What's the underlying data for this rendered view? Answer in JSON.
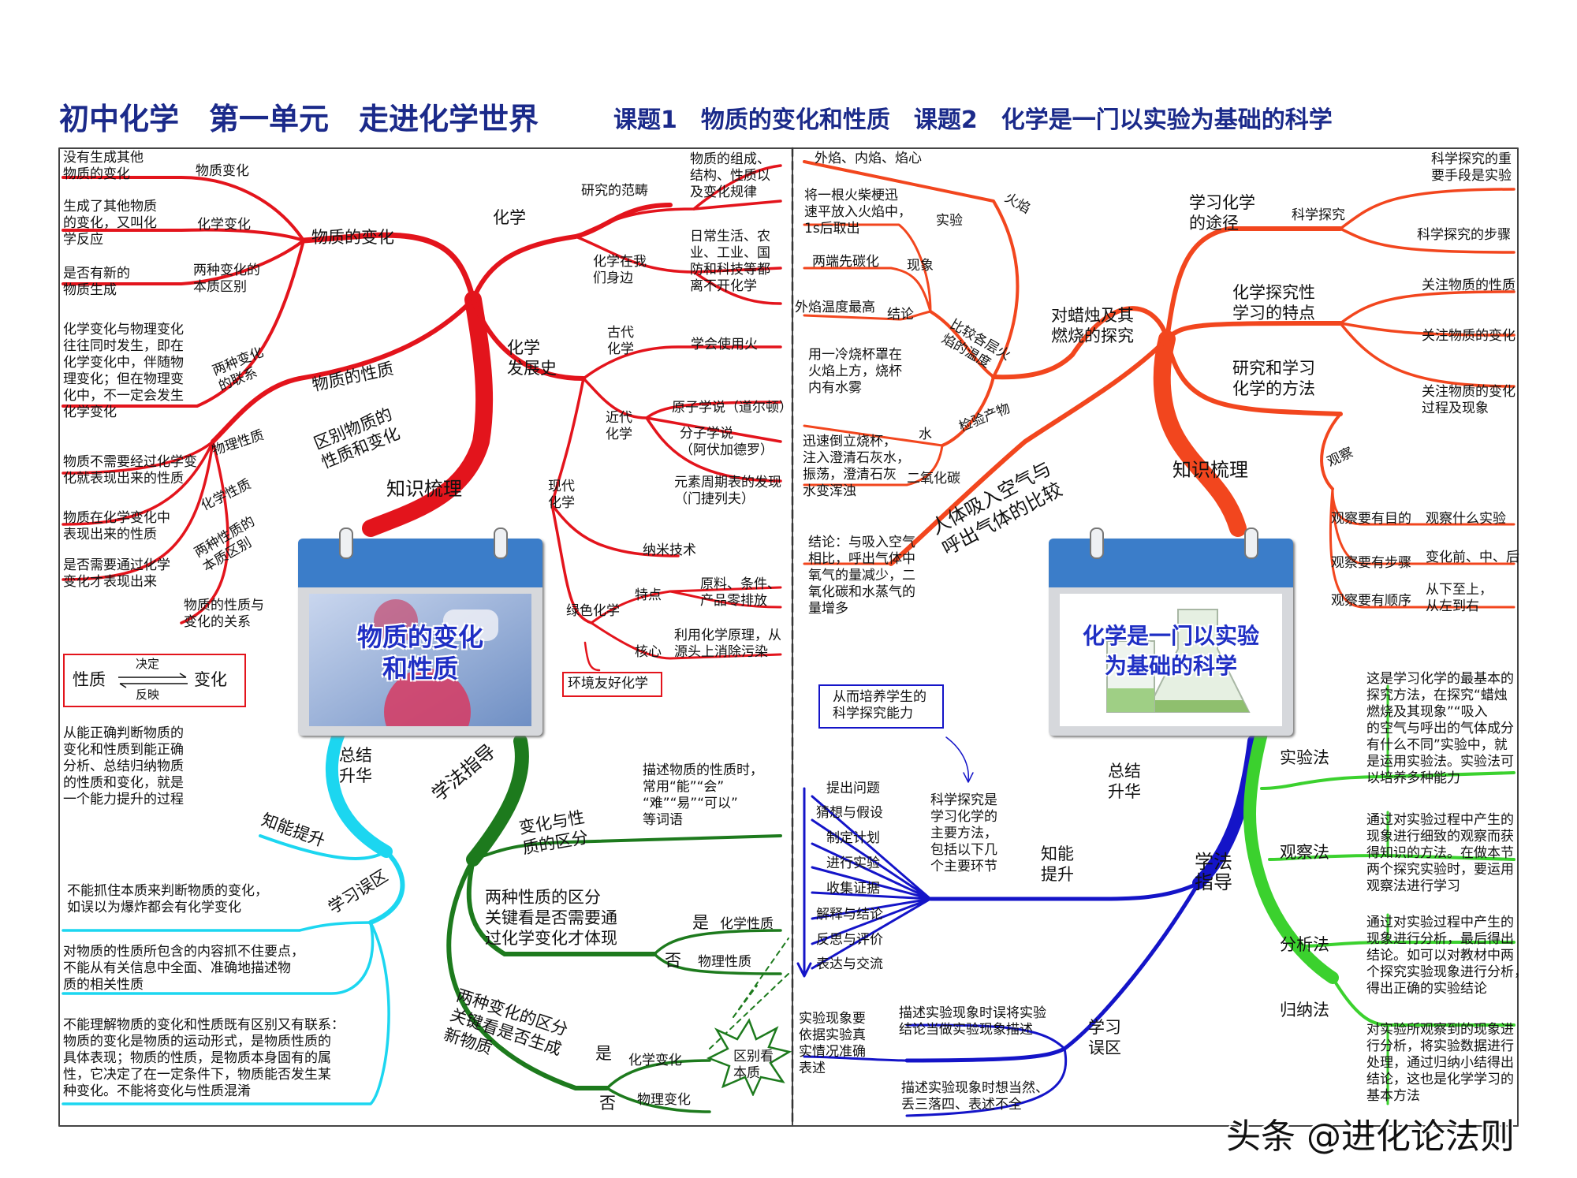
{
  "title": {
    "main": "初中化学　第一单元　走进化学世界",
    "sub": "课题1　物质的变化和性质　课题2　化学是一门以实验为基础的科学"
  },
  "colors": {
    "red": "#e3141c",
    "orange": "#f2461e",
    "green": "#1d7a1d",
    "lime": "#3bd12e",
    "cyan": "#1cd6f0",
    "blue": "#1414c8",
    "navy": "#1b2a8a"
  },
  "left": {
    "calendar": "物质的变化\n和性质",
    "hub": "知识梳理",
    "change": {
      "label": "物质的变化",
      "physical": {
        "label": "物质变化",
        "def": "没有生成其他\n物质的变化"
      },
      "chemical": {
        "label": "化学变化",
        "def": "生成了其他物质\n的变化，又叫化\n学反应"
      },
      "essence": {
        "label": "两种变化的\n本质区别",
        "def": "是否有新的\n物质生成"
      },
      "relation": {
        "label": "两种变化\n的联系",
        "def": "化学变化与物理变化\n往往同时发生，即在\n化学变化中，伴随物\n理变化；但在物理变\n化中，不一定会发生\n化学变化"
      }
    },
    "property": {
      "label": "物质的性质",
      "distinguish": "区别物质的\n性质和变化",
      "physical": {
        "label": "物理性质",
        "def": "物质不需要经过化学变\n化就表现出来的性质"
      },
      "chemical": {
        "label": "化学性质",
        "def": "物质在化学变化中\n表现出来的性质"
      },
      "essence": {
        "label": "两种性质的\n本质区别",
        "def": "是否需要通过化学\n变化才表现出来"
      },
      "relation": "物质的性质与\n变化的关系",
      "box": {
        "left": "性质",
        "right": "变化",
        "top": "决定",
        "bottom": "反映"
      }
    },
    "chemistry": {
      "label": "化学",
      "scope": {
        "label": "研究的范畴",
        "def": "物质的组成、\n结构、性质以\n及变化规律"
      },
      "around": {
        "label": "化学在我\n们身边",
        "def": "日常生活、农\n业、工业、国\n防和科技等都\n离不开化学"
      }
    },
    "history": {
      "label": "化学\n发展史",
      "ancient": {
        "label": "古代\n化学",
        "item": "学会使用火"
      },
      "modern_early": {
        "label": "近代\n化学",
        "items": [
          "原子学说（道尔顿）",
          "分子学说\n（阿伏加德罗）",
          "元素周期表的发现\n（门捷列夫）"
        ]
      },
      "modern": {
        "label": "现代\n化学",
        "nano": "纳米技术",
        "green": {
          "label": "绿色化学",
          "feature": "特点",
          "feature_def": "原料、条件、\n产品零排放",
          "core": "核心",
          "core_def": "利用化学原理，从\n源头上消除污染",
          "box": "环境友好化学"
        }
      }
    },
    "summary": {
      "label": "总结\n升华",
      "ability": {
        "label": "知能提升",
        "def": "从能正确判断物质的\n变化和性质到能正确\n分析、总结归纳物质\n的性质和变化，就是\n一个能力提升的过程"
      },
      "mistakes": {
        "label": "学习误区",
        "items": [
          "不能抓住本质来判断物质的变化，\n如误以为爆炸都会有化学变化",
          "对物质的性质所包含的内容抓不住要点，\n不能从有关信息中全面、准确地描述物\n质的相关性质",
          "不能理解物质的变化和性质既有区别又有联系：\n物质的变化是物质的运动形式，是物质性质的\n具体表现；物质的性质，是物质本身固有的属\n性，它决定了在一定条件下，物质能否发生某\n种变化。不能将变化与性质混淆"
        ]
      }
    },
    "method": {
      "label": "学法指导",
      "diff": {
        "label": "变化与性\n质的区分",
        "def": "描述物质的性质时，\n常用“能”“会”\n“难”“易”“可以”\n等词语"
      },
      "prop_diff": {
        "label": "两种性质的区分\n关键看是否需要通\n过化学变化才体现",
        "yes": "是",
        "yes_item": "化学性质",
        "no": "否",
        "no_item": "物理性质"
      },
      "change_diff": {
        "label": "两种变化的区分\n关键看是否生成\n新物质",
        "yes": "是",
        "yes_item": "化学变化",
        "no": "否",
        "no_item": "物理变化"
      },
      "star": "区别看\n本质"
    }
  },
  "right": {
    "calendar": "化学是一门以实验\n为基础的科学",
    "hub": "知识梳理",
    "candle": {
      "label": "对蜡烛及其\n燃烧的探究",
      "flame": {
        "label": "火焰",
        "parts": "外焰、内焰、焰心"
      },
      "compare": {
        "label": "比较各层火\n焰的温度",
        "experiment": {
          "label": "实验",
          "def": "将一根火柴梗迅\n速平放入火焰中，\n1s后取出"
        },
        "phenomenon": {
          "label": "现象",
          "def": "两端先碳化"
        },
        "conclusion": {
          "label": "结论",
          "def": "外焰温度最高"
        }
      },
      "products": {
        "label": "检验产物",
        "water": {
          "label": "水",
          "def": "用一冷烧杯罩在\n火焰上方，烧杯\n内有水雾"
        },
        "co2": {
          "label": "二氧化碳",
          "def": "迅速倒立烧杯，\n注入澄清石灰水，\n振荡，澄清石灰\n水变浑浊"
        }
      }
    },
    "breath": {
      "label": "人体吸入空气与\n呼出气体的比较",
      "def": "结论：与吸入空气\n相比，呼出气体中\n氧气的量减少，二\n氧化碳和水蒸气的\n量增多"
    },
    "way": {
      "label": "学习化学\n的途径",
      "item": "科学探究",
      "subs": [
        "科学探究的重\n要手段是实验",
        "科学探究的步骤"
      ]
    },
    "features": {
      "label": "化学探究性\n学习的特点",
      "items": [
        "关注物质的性质",
        "关注物质的变化",
        "关注物质的变化\n过程及现象"
      ]
    },
    "methods": {
      "label": "研究和学习\n化学的方法",
      "observe": "观察",
      "rows": [
        {
          "a": "观察要有目的",
          "b": "观察什么实验"
        },
        {
          "a": "观察要有步骤",
          "b": "变化前、中、后"
        },
        {
          "a": "观察要有顺序",
          "b": "从下至上，\n从左到右"
        }
      ]
    },
    "summary": {
      "label": "总结\n升华",
      "ability": {
        "label": "知能\n提升",
        "box": "从而培养学生的\n科学探究能力",
        "desc": "科学探究是\n学习化学的\n主要方法，\n包括以下几\n个主要环节",
        "steps": [
          "提出问题",
          "猜想与假设",
          "制定计划",
          "进行实验",
          "收集证据",
          "解释与结论",
          "反思与评价",
          "表达与交流"
        ]
      },
      "mistakes": {
        "label": "学习\n误区",
        "basis": "实验现象要\n依据实验真\n实情况准确\n表述",
        "items": [
          "描述实验现象时误将实验\n结论当做实验现象描述",
          "描述实验现象时想当然、\n丢三落四、表述不全"
        ]
      }
    },
    "method": {
      "label": "学法\n指导",
      "items": [
        {
          "label": "实验法",
          "def": "这是学习化学的最基本的\n探究方法，在探究“蜡烛\n燃烧及其现象”“吸入\n的空气与呼出的气体成分\n有什么不同”实验中，就\n是运用实验法。实验法可\n以培养多种能力"
        },
        {
          "label": "观察法",
          "def": "通过对实验过程中产生的\n现象进行细致的观察而获\n得知识的方法。在做本节\n两个探究实验时，要运用\n观察法进行学习"
        },
        {
          "label": "分析法",
          "def": "通过对实验过程中产生的\n现象进行分析，最后得出\n结论。如可以对教材中两\n个探究实验现象进行分析，\n得出正确的实验结论"
        },
        {
          "label": "归纳法",
          "def": "对实验所观察到的现象进\n行分析，将实验数据进行\n处理，通过归纳小结得出\n结论，这也是化学学习的\n基本方法"
        }
      ]
    }
  },
  "watermark": "头条 @进化论法则"
}
